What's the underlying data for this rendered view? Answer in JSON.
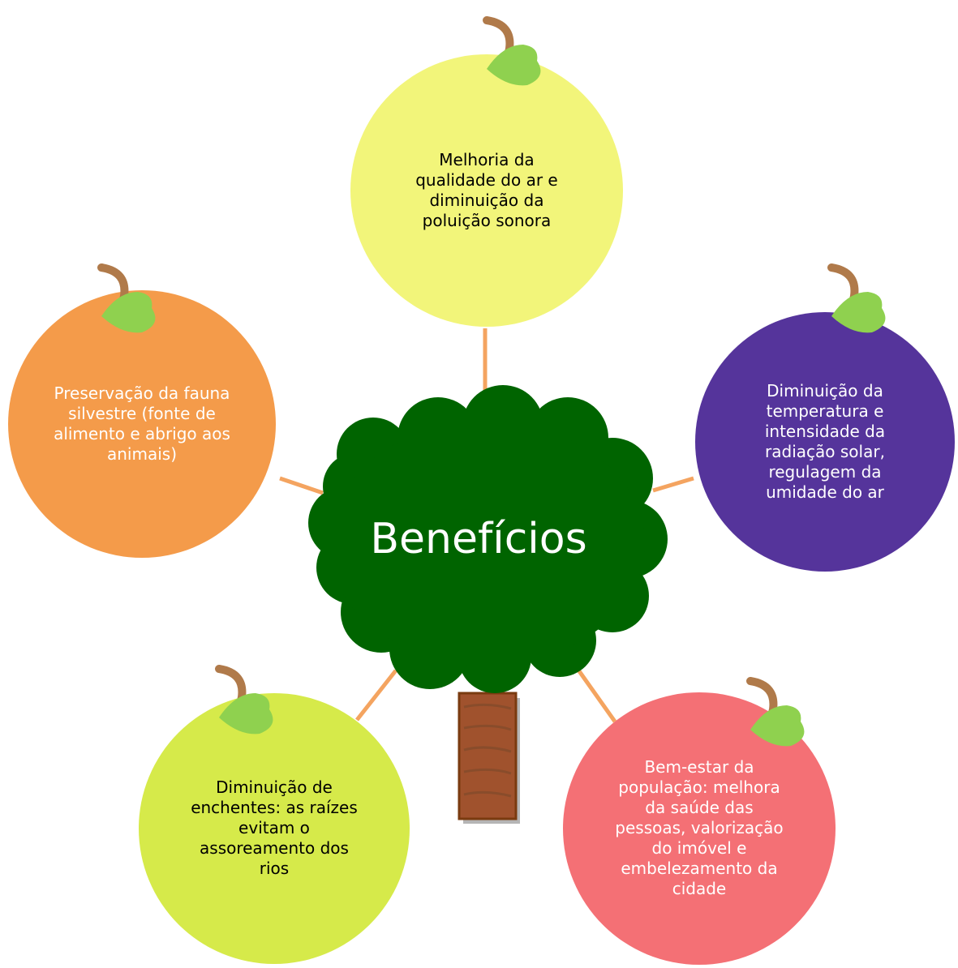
{
  "center": {
    "title": "Benefícios",
    "color": "#006400"
  },
  "trunk_color": "#a0522d",
  "stem_color": "#b07a4a",
  "leaf_color": "#8fd14f",
  "connector_color": "#f4a460",
  "benefits": [
    {
      "id": "air",
      "text": "Melhoria da\nqualidade do ar e\ndiminuição da\npoluição sonora",
      "color": "#f2f57a",
      "text_color": "#000000"
    },
    {
      "id": "temperature",
      "text": "Diminuição da\ntemperatura e\nintensidade da\nradiação solar,\nregulagem da\numidade do ar",
      "color": "#55349b",
      "text_color": "#ffffff"
    },
    {
      "id": "wellbeing",
      "text": "Bem-estar da\npopulação: melhora\nda saúde das\npessoas, valorização\ndo imóvel e\nembelezamento da\ncidade",
      "color": "#f47075",
      "text_color": "#ffffff"
    },
    {
      "id": "floods",
      "text": "Diminuição de\nenchentes: as raízes\nevitam o\nassoreamento dos\nrios",
      "color": "#d6ea4a",
      "text_color": "#000000"
    },
    {
      "id": "fauna",
      "text": "Preservação da fauna\nsilvestre (fonte de\nalimento e abrigo aos\nanimais)",
      "color": "#f49b4a",
      "text_color": "#ffffff"
    }
  ]
}
